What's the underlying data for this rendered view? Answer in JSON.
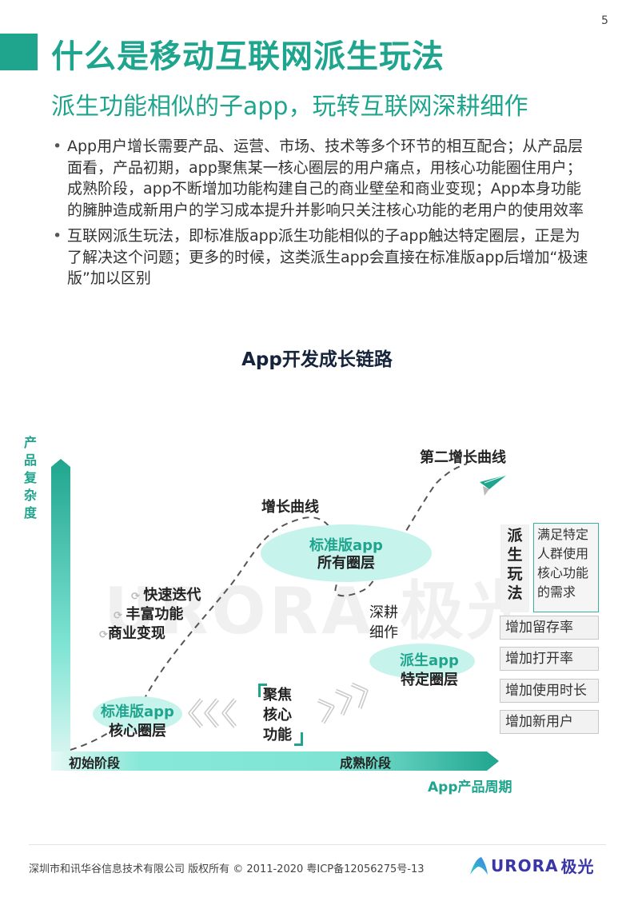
{
  "page": {
    "number": "5"
  },
  "header": {
    "title": "什么是移动互联网派生玩法",
    "subtitle": "派生功能相似的子app，玩转互联网深耕细作"
  },
  "bullets": [
    "App用户增长需要产品、运营、市场、技术等多个环节的相互配合；从产品层面看，产品初期，app聚焦某一核心圈层的用户痛点，用核心功能圈住用户；成熟阶段，app不断增加功能构建自己的商业壁垒和商业变现；App本身功能的臃肿造成新用户的学习成本提升并影响只关注核心功能的老用户的使用效率",
    "互联网派生玩法，即标准版app派生功能相似的子app触达特定圈层，正是为了解决这个问题；更多的时候，这类派生app会直接在标准版app后增加“极速版”加以区别"
  ],
  "diagram": {
    "title": "App开发成长链路",
    "y_axis_label": [
      "产",
      "品",
      "复",
      "杂",
      "度"
    ],
    "x_axis_label": "App产品周期",
    "stages": {
      "start": "初始阶段",
      "mature": "成熟阶段"
    },
    "curve_labels": {
      "growth": "增长曲线",
      "second_growth": "第二增长曲线"
    },
    "nodes": {
      "core": {
        "title": "标准版app",
        "sub": "核心圈层"
      },
      "all": {
        "title": "标准版app",
        "sub": "所有圈层"
      },
      "derived": {
        "title": "派生app",
        "sub": "特定圈层"
      }
    },
    "growth_actions": [
      "快速迭代",
      "丰富功能",
      "商业变现"
    ],
    "focus_core": [
      "聚焦",
      "核心",
      "功能"
    ],
    "deep_cultivation": [
      "深耕",
      "细作"
    ],
    "derived_play": {
      "head": [
        "派",
        "生",
        "玩",
        "法"
      ],
      "desc": [
        "满足特定",
        "人群使用",
        "核心功能",
        "的需求"
      ],
      "benefits": [
        "增加留存率",
        "增加打开率",
        "增加使用时长",
        "增加新用户"
      ]
    },
    "watermark": "URORA 极光",
    "colors": {
      "accent": "#1fa58e",
      "ellipse": "#c6f3ec",
      "axis_light": "#8ae8d8"
    }
  },
  "footer": {
    "copyright": "深圳市和讯华谷信息技术有限公司 版权所有 © 2011-2020 粤ICP备12056275号-13",
    "logo_text": "URORA",
    "logo_cn": "极光"
  }
}
